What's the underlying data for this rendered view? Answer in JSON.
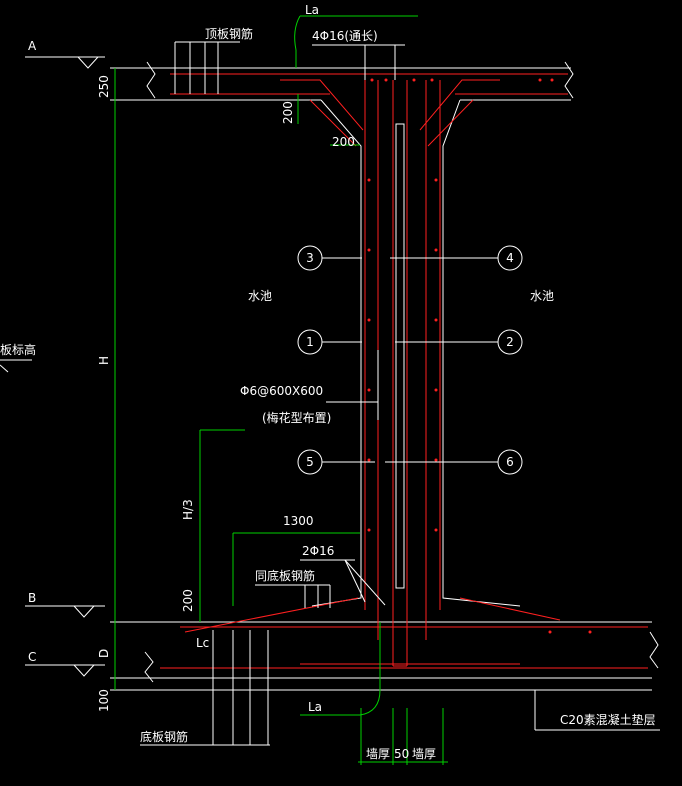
{
  "levels": {
    "a": "A",
    "b": "B",
    "c": "C"
  },
  "dims": {
    "top_slab": "250",
    "haunch_v": "200",
    "haunch_h": "200",
    "height": "H",
    "h3": "H/3",
    "haunch_bottom": "200",
    "base_d": "D",
    "cushion": "100",
    "span": "1300",
    "wall1": "墙厚",
    "gap": "50",
    "wall2": "墙厚"
  },
  "labels": {
    "top_rebar": "顶板钢筋",
    "la_top": "La",
    "through_bars": "4Φ16(通长)",
    "pool_left": "水池",
    "pool_right": "水池",
    "ties": "Φ6@600X600",
    "ties_note": "(梅花型布置)",
    "bars_2": "2Φ16",
    "same_base": "同底板钢筋",
    "lc": "Lc",
    "la_bottom": "La",
    "base_rebar": "底板钢筋",
    "cushion_note": "C20素混凝土垫层",
    "edge_note": "板标高"
  },
  "markers": [
    "1",
    "2",
    "3",
    "4",
    "5",
    "6"
  ],
  "colors": {
    "bg": "#000000",
    "concrete": "#ffffff",
    "rebar": "#ff2020",
    "dim": "#00d000"
  }
}
